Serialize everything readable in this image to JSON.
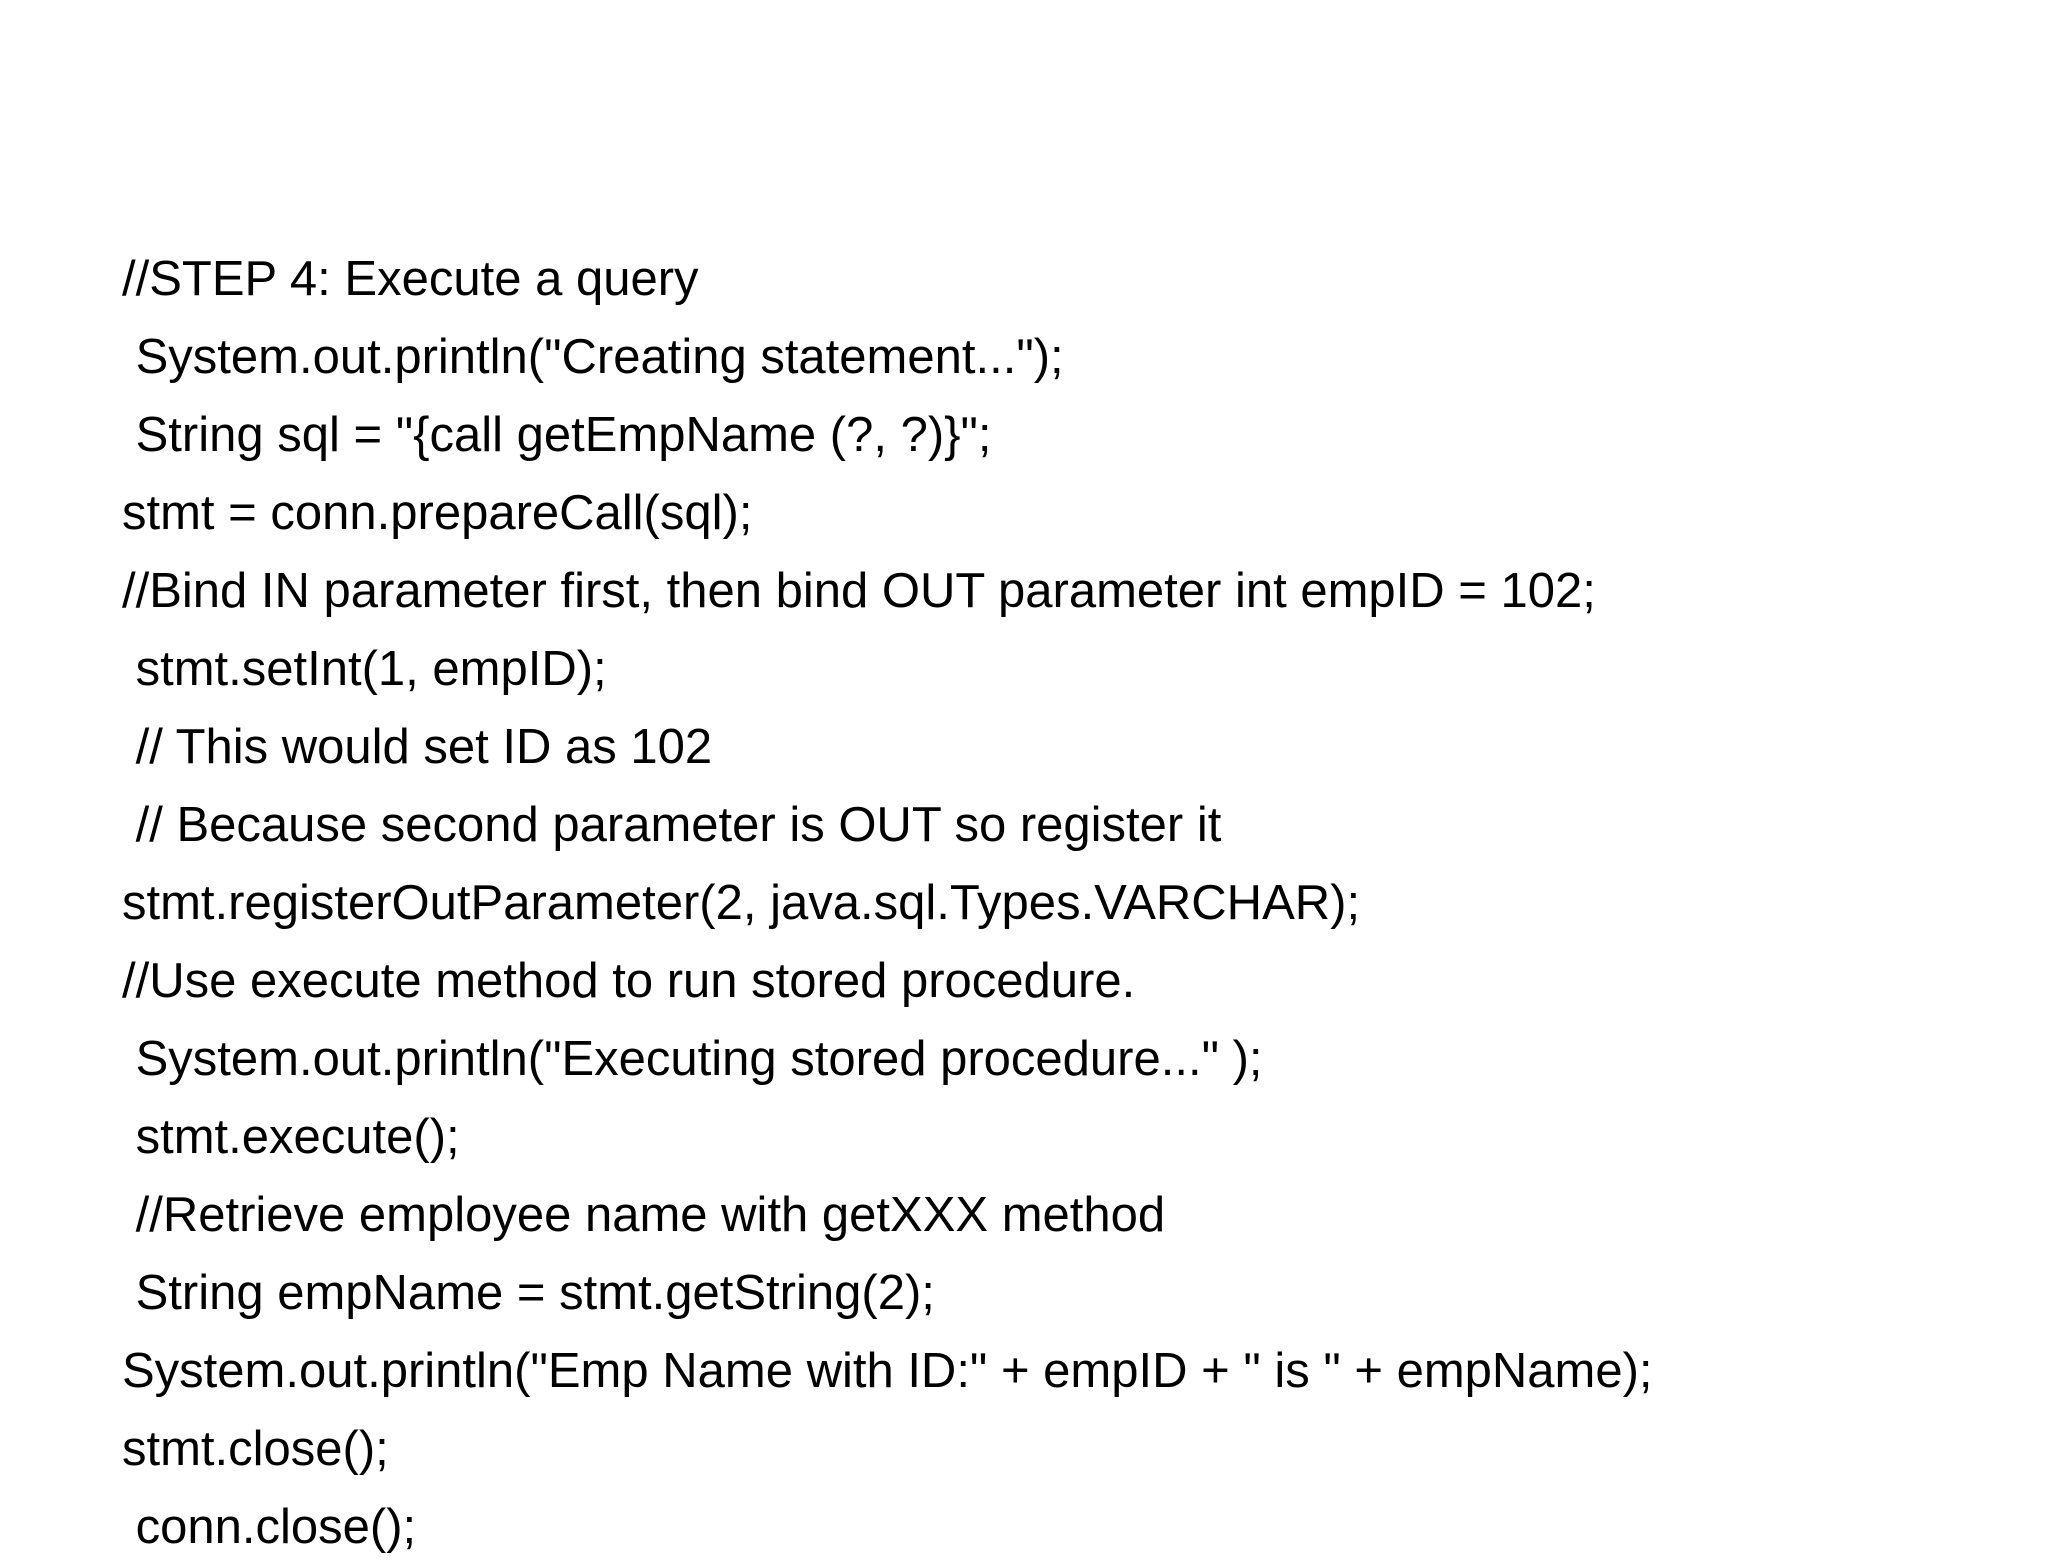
{
  "page": {
    "background_color": "#ffffff",
    "text_color": "#000000",
    "kind": "code-slide"
  },
  "document": {
    "title_comment": "//STEP 4: Execute a query",
    "lines": [
      "//STEP 4: Execute a query",
      " System.out.println(\"Creating statement...\");",
      " String sql = \"{call getEmpName (?, ?)}\";",
      "stmt = conn.prepareCall(sql);",
      "//Bind IN parameter first, then bind OUT parameter int empID = 102;",
      " stmt.setInt(1, empID);",
      " // This would set ID as 102",
      " // Because second parameter is OUT so register it",
      "stmt.registerOutParameter(2, java.sql.Types.VARCHAR);",
      "//Use execute method to run stored procedure.",
      " System.out.println(\"Executing stored procedure...\" );",
      " stmt.execute();",
      " //Retrieve employee name with getXXX method",
      " String empName = stmt.getString(2);",
      "System.out.println(\"Emp Name with ID:\" + empID + \" is \" + empName);",
      "stmt.close();",
      " conn.close();"
    ]
  }
}
